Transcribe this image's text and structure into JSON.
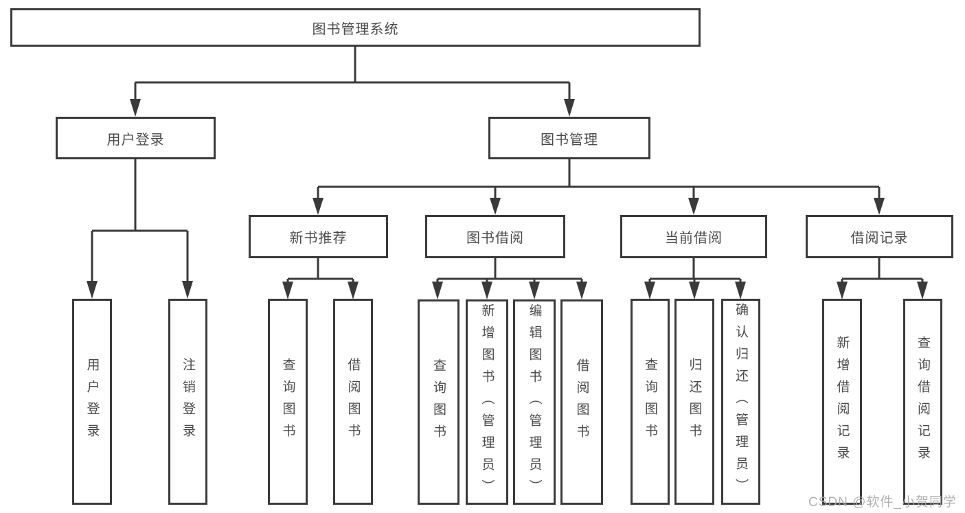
{
  "style": {
    "line_color": "#3a3a3a",
    "box_border_color": "#3a3a3a",
    "text_color": "#4a4a4a",
    "background": "#ffffff",
    "watermark_color": "#a8a8a8"
  },
  "tree": {
    "label": "图书管理系统",
    "children": [
      {
        "label": "用户登录",
        "children": [
          {
            "label": "用户登录"
          },
          {
            "label": "注销登录"
          }
        ]
      },
      {
        "label": "图书管理",
        "children": [
          {
            "label": "新书推荐",
            "children": [
              {
                "label": "查询图书"
              },
              {
                "label": "借阅图书"
              }
            ]
          },
          {
            "label": "图书借阅",
            "children": [
              {
                "label": "查询图书"
              },
              {
                "label": "新增图书（管理员）"
              },
              {
                "label": "编辑图书（管理员）"
              },
              {
                "label": "借阅图书"
              }
            ]
          },
          {
            "label": "当前借阅",
            "children": [
              {
                "label": "查询图书"
              },
              {
                "label": "归还图书"
              },
              {
                "label": "确认归还（管理员）"
              }
            ]
          },
          {
            "label": "借阅记录",
            "children": [
              {
                "label": "新增借阅记录"
              },
              {
                "label": "查询借阅记录"
              }
            ]
          }
        ]
      }
    ]
  },
  "watermark": {
    "text": "CSDN @软件_小贺同学"
  }
}
